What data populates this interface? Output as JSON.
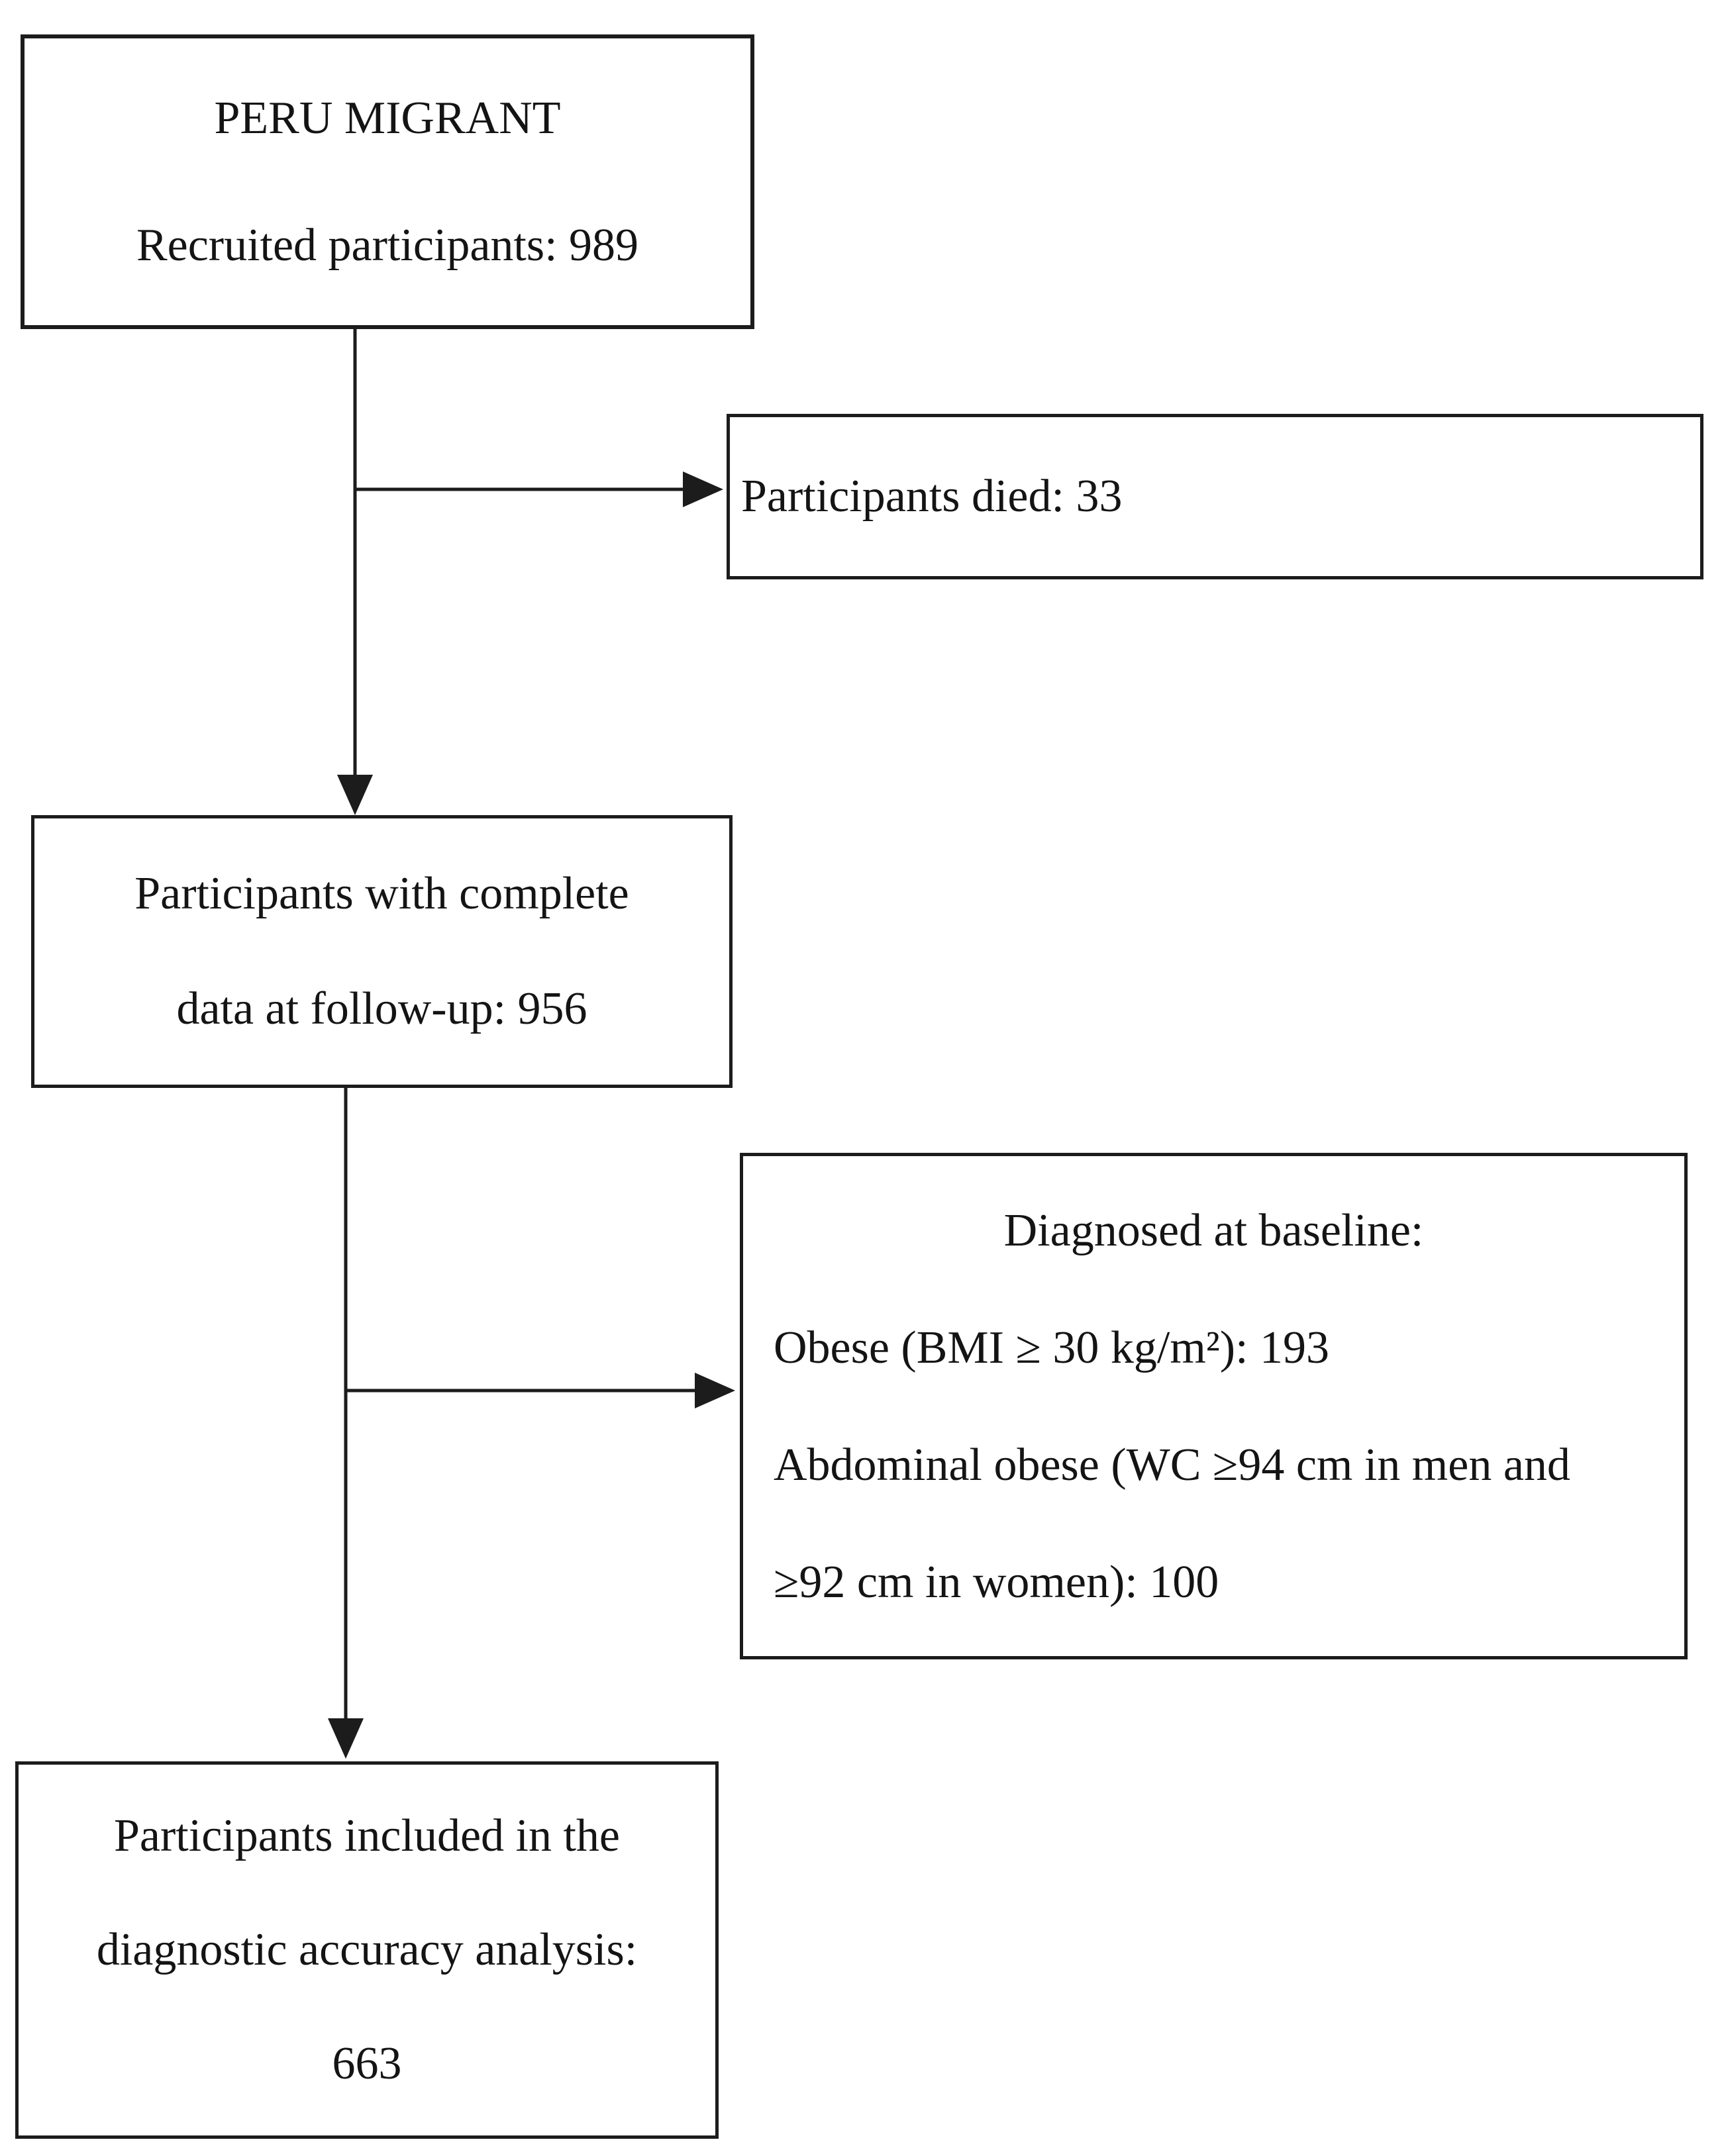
{
  "figure": {
    "kind": "participant-flow-diagram",
    "colors": {
      "background": "#ffffff",
      "ink": "#1c1c1c"
    }
  },
  "boxes": {
    "recruited": {
      "lines": [
        "PERU MIGRANT",
        "Recruited participants: 989"
      ]
    },
    "died": {
      "lines": [
        "Participants died: 33"
      ]
    },
    "complete": {
      "lines": [
        "Participants with complete",
        "data at follow-up: 956"
      ]
    },
    "baseline": {
      "lines": [
        "Diagnosed at baseline:",
        "Obese (BMI ≥ 30 kg/m²): 193",
        "Abdominal obese (WC ≥94 cm in men and",
        "≥92 cm in women): 100"
      ]
    },
    "included": {
      "lines": [
        "Participants included in the",
        "diagnostic accuracy analysis:",
        "663"
      ]
    }
  }
}
